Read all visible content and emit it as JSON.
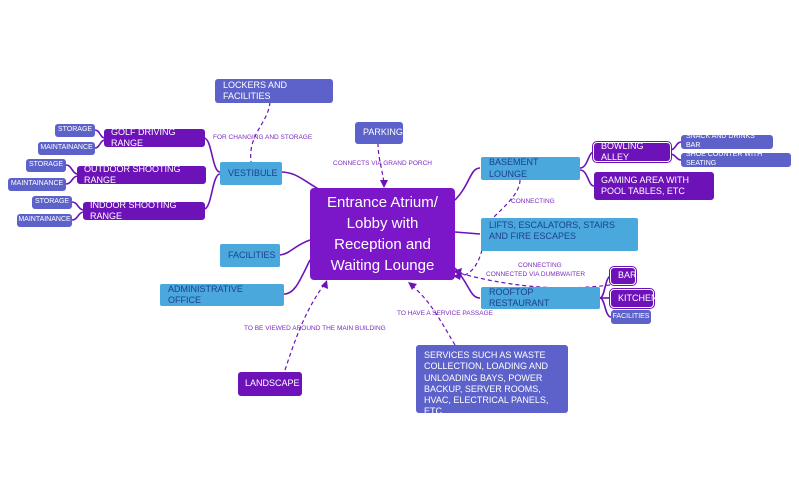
{
  "center": {
    "label": "Entrance Atrium/ Lobby with Reception and Waiting Lounge"
  },
  "nodes": {
    "lockers": "LOCKERS AND FACILITIES",
    "parking": "PARKING",
    "vestibule": "VESTIBULE",
    "golf": "GOLF DRIVING RANGE",
    "outdoor_shooting": "OUTDOOR SHOOTING RANGE",
    "indoor_shooting": "INDOOR SHOOTING RANGE",
    "golf_storage": "STORAGE",
    "golf_maint": "MAINTAINANCE",
    "outdoor_storage": "STORAGE",
    "outdoor_maint": "MAINTAINANCE",
    "indoor_storage": "STORAGE",
    "indoor_maint": "MAINTAINANCE",
    "facilities": "FACILITIES",
    "admin": "ADMINISTRATIVE OFFICE",
    "landscape": "LANDSCAPE",
    "basement": "BASEMENT LOUNGE",
    "bowling": "BOWLING ALLEY",
    "snack": "SNACK AND DRINKS BAR",
    "shoe": "SHOE COUNTER WITH SEATING",
    "gaming": "GAMING AREA WITH POOL TABLES, ETC",
    "lifts": "LIFTS, ESCALATORS, STAIRS AND FIRE ESCAPES",
    "rooftop": "ROOFTOP RESTAURANT",
    "bar": "BAR",
    "kitchen": "KITCHEN",
    "roof_facilities": "FACILITIES",
    "services": "SERVICES SUCH AS WASTE COLLECTION, LOADING AND UNLOADING BAYS, POWER BACKUP, SERVER ROOMS, HVAC, ELECTRICAL PANELS, ETC"
  },
  "labels": {
    "changing": "FOR CHANGING AND STORAGE",
    "grand_porch": "CONNECTS VIA GRAND PORCH",
    "connecting1": "CONNECTING",
    "connecting2": "CONNECTING",
    "dumbwaiter": "CONNECTED VIA DUMBWAITER",
    "service_passage": "TO HAVE A SERVICE PASSAGE",
    "viewed": "TO BE VIEWED AROUND THE MAIN BUILDING"
  },
  "colors": {
    "center": "#7b16c9",
    "purple_node": "#6c12b8",
    "blue_node": "#4aa8dc",
    "slate_node": "#5c62c9",
    "link": "#6c12b8",
    "label_text": "#7b2cbf"
  }
}
